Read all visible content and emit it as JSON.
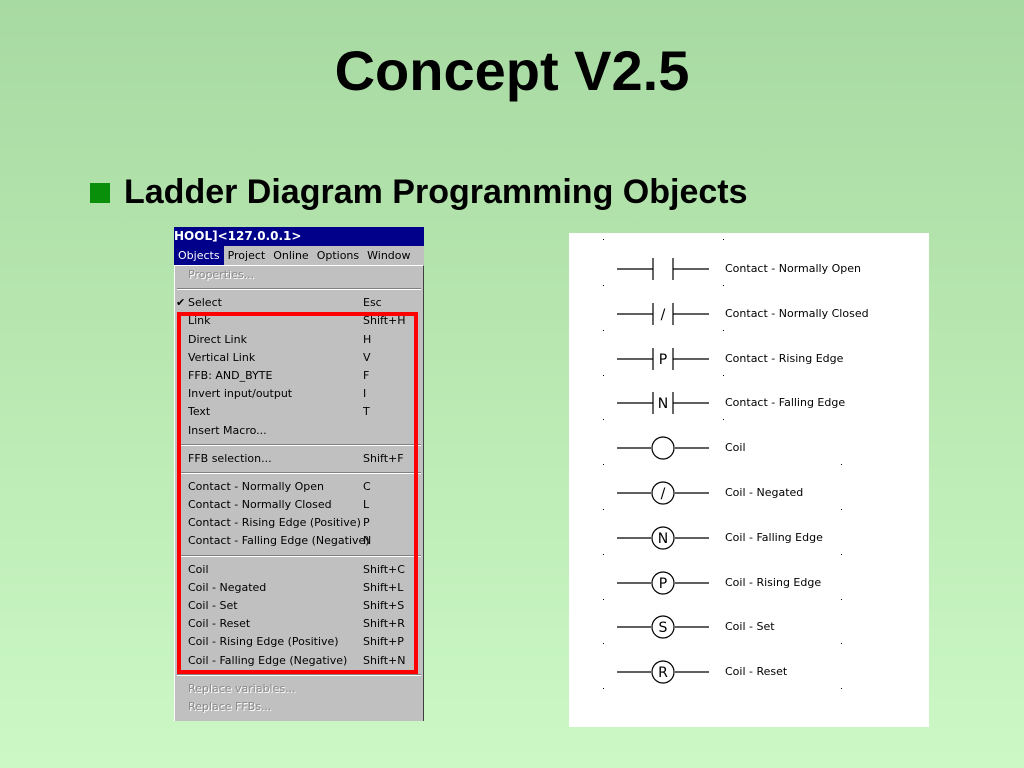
{
  "slide": {
    "title": "Concept V2.5",
    "bullet": "Ladder Diagram Programming Objects",
    "bullet_color": "#0a8f0a"
  },
  "window": {
    "title": "HOOL]<127.0.0.1>",
    "title_bg": "#00008a"
  },
  "menubar": {
    "items": [
      {
        "label": "Objects",
        "active": true
      },
      {
        "label": "Project"
      },
      {
        "label": "Online"
      },
      {
        "label": "Options"
      },
      {
        "label": "Window"
      }
    ]
  },
  "menu": {
    "items": [
      {
        "label": "Properties...",
        "shortcut": "",
        "disabled": true
      },
      {
        "separator": true
      },
      {
        "label": "Select",
        "shortcut": "Esc",
        "checked": true
      },
      {
        "label": "Link",
        "shortcut": "Shift+H"
      },
      {
        "label": "Direct Link",
        "shortcut": "H"
      },
      {
        "label": "Vertical Link",
        "shortcut": "V"
      },
      {
        "label": "FFB: AND_BYTE",
        "shortcut": "F"
      },
      {
        "label": "Invert input/output",
        "shortcut": "I"
      },
      {
        "label": "Text",
        "shortcut": "T"
      },
      {
        "label": "Insert Macro...",
        "shortcut": ""
      },
      {
        "separator": true
      },
      {
        "label": "FFB selection...",
        "shortcut": "Shift+F"
      },
      {
        "separator": true
      },
      {
        "label": "Contact - Normally Open",
        "shortcut": "C"
      },
      {
        "label": "Contact - Normally Closed",
        "shortcut": "L"
      },
      {
        "label": "Contact - Rising Edge (Positive)",
        "shortcut": "P"
      },
      {
        "label": "Contact - Falling Edge (Negative)",
        "shortcut": "N"
      },
      {
        "separator": true
      },
      {
        "label": "Coil",
        "shortcut": "Shift+C"
      },
      {
        "label": "Coil - Negated",
        "shortcut": "Shift+L"
      },
      {
        "label": "Coil - Set",
        "shortcut": "Shift+S"
      },
      {
        "label": "Coil - Reset",
        "shortcut": "Shift+R"
      },
      {
        "label": "Coil - Rising Edge (Positive)",
        "shortcut": "Shift+P"
      },
      {
        "label": "Coil - Falling Edge (Negative)",
        "shortcut": "Shift+N"
      },
      {
        "separator": true
      },
      {
        "label": "Replace variables...",
        "shortcut": "",
        "disabled": true
      },
      {
        "label": "Replace FFBs...",
        "shortcut": "",
        "disabled": true
      }
    ],
    "highlight_color": "#ff0000"
  },
  "symbols": [
    {
      "kind": "contact",
      "mark": "",
      "label": "Contact - Normally Open",
      "icon": "contact-normally-open-icon"
    },
    {
      "kind": "contact",
      "mark": "/",
      "label": "Contact - Normally Closed",
      "icon": "contact-normally-closed-icon"
    },
    {
      "kind": "contact",
      "mark": "P",
      "label": "Contact - Rising Edge",
      "icon": "contact-rising-edge-icon"
    },
    {
      "kind": "contact",
      "mark": "N",
      "label": "Contact - Falling Edge",
      "icon": "contact-falling-edge-icon"
    },
    {
      "kind": "coil",
      "mark": "",
      "label": "Coil",
      "icon": "coil-icon"
    },
    {
      "kind": "coil",
      "mark": "/",
      "label": "Coil - Negated",
      "icon": "coil-negated-icon"
    },
    {
      "kind": "coil",
      "mark": "N",
      "label": "Coil - Falling Edge",
      "icon": "coil-falling-edge-icon"
    },
    {
      "kind": "coil",
      "mark": "P",
      "label": "Coil - Rising Edge",
      "icon": "coil-rising-edge-icon"
    },
    {
      "kind": "coil",
      "mark": "S",
      "label": "Coil - Set",
      "icon": "coil-set-icon"
    },
    {
      "kind": "coil",
      "mark": "R",
      "label": "Coil - Reset",
      "icon": "coil-reset-icon"
    }
  ]
}
